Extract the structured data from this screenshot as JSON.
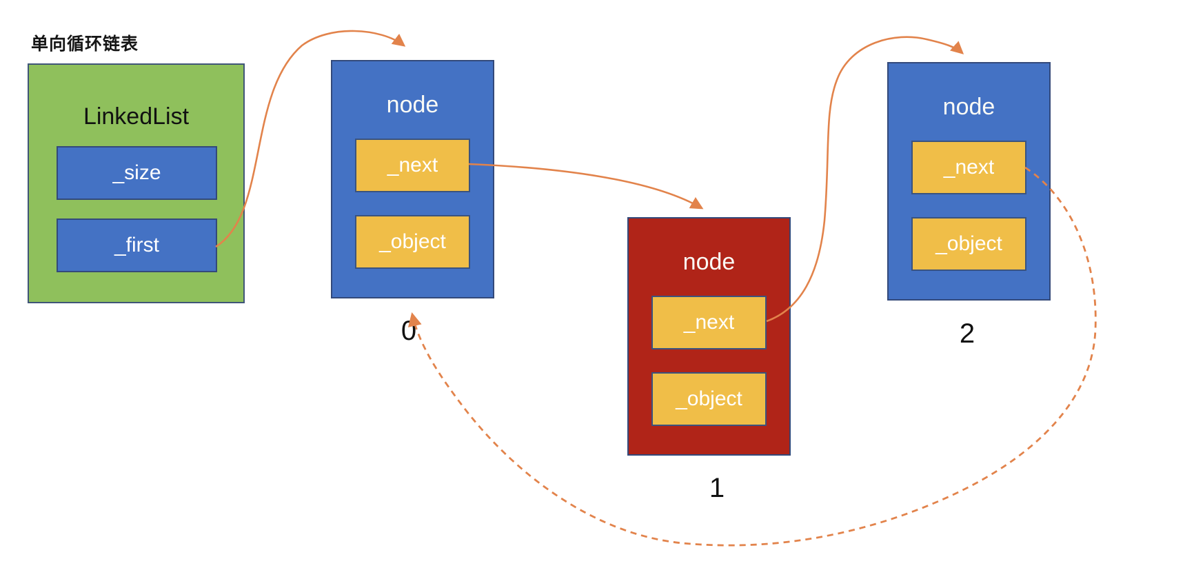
{
  "title": "单向循环链表",
  "linkedlist": {
    "label": "LinkedList",
    "fields": [
      "_size",
      "_first"
    ]
  },
  "nodes": [
    {
      "label": "node",
      "fields": [
        "_next",
        "_object"
      ],
      "index": "0",
      "variant": "blue"
    },
    {
      "label": "node",
      "fields": [
        "_next",
        "_object"
      ],
      "index": "1",
      "variant": "red"
    },
    {
      "label": "node",
      "fields": [
        "_next",
        "_object"
      ],
      "index": "2",
      "variant": "blue"
    }
  ],
  "edges": [
    {
      "id": "first-to-node0",
      "from": "LinkedList._first",
      "to": "node 0 (top)",
      "style": "solid"
    },
    {
      "id": "node0-to-node1",
      "from": "node 0._next",
      "to": "node 1 (top)",
      "style": "solid"
    },
    {
      "id": "node1-to-node2",
      "from": "node 1._next",
      "to": "node 2 (top)",
      "style": "solid"
    },
    {
      "id": "node2-to-node0",
      "from": "node 2._next",
      "to": "node 0 (bottom)",
      "style": "dashed",
      "meaning": "circular link back to first node"
    }
  ],
  "colors": {
    "background": "#FFFFFF",
    "linkedlist_fill": "#8FC05C",
    "node_fill_blue": "#4472C4",
    "node_fill_red": "#B02418",
    "field_fill_yellow": "#F0BE48",
    "border_navy": "#3A537F",
    "arrow_orange": "#E2834B",
    "text_dark": "#111111",
    "text_light": "#FFFFFF"
  }
}
